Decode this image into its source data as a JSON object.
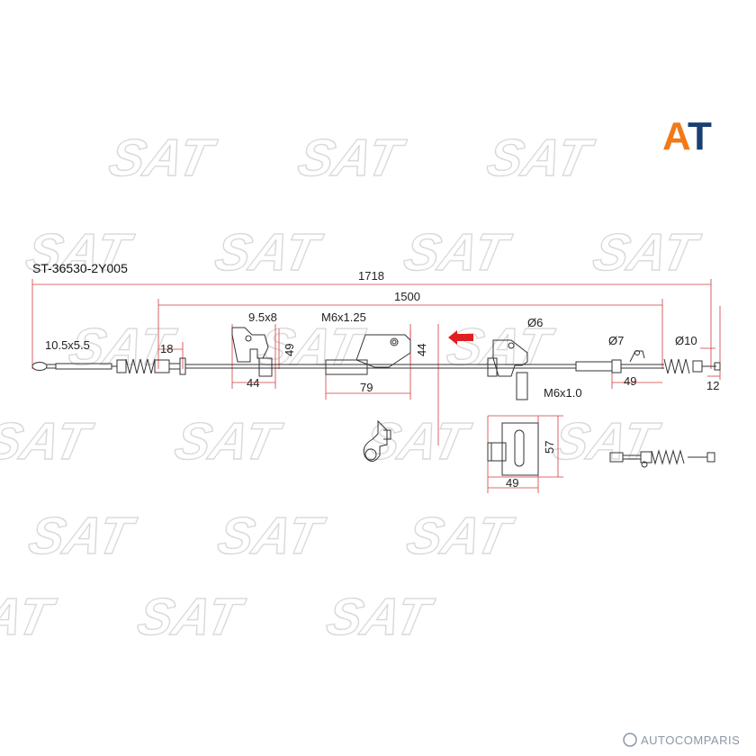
{
  "part_number": "ST-36530-2Y005",
  "watermark_text": "SAT",
  "brand_logo": {
    "letters": [
      "A",
      "T"
    ],
    "colors": {
      "A": "#f07a1a",
      "T": "#1b3f73"
    }
  },
  "footer_watermark": "AUTOCOMPARIS",
  "dimensions": {
    "total_length": "1718",
    "cable_length": "1500",
    "end_eye": "10.5x5.5",
    "end_offset": "18",
    "bracket1_size": "9.5x8",
    "bracket1_height": "49",
    "bracket1_width": "44",
    "bracket2_thread": "M6x1.25",
    "bracket2_height": "44",
    "bracket2_width": "79",
    "bracket3_dia": "Ø6",
    "bracket3_thread": "M6x1.0",
    "dia7": "Ø7",
    "dia10": "Ø10",
    "right_span": "49",
    "right_end": "12",
    "bracket_detail_height": "57",
    "bracket_detail_width": "49"
  },
  "colors": {
    "dim_line": "#d23c3c",
    "cable": "#333333",
    "arrow": "#e02020",
    "watermark": "#d9d9d9"
  }
}
